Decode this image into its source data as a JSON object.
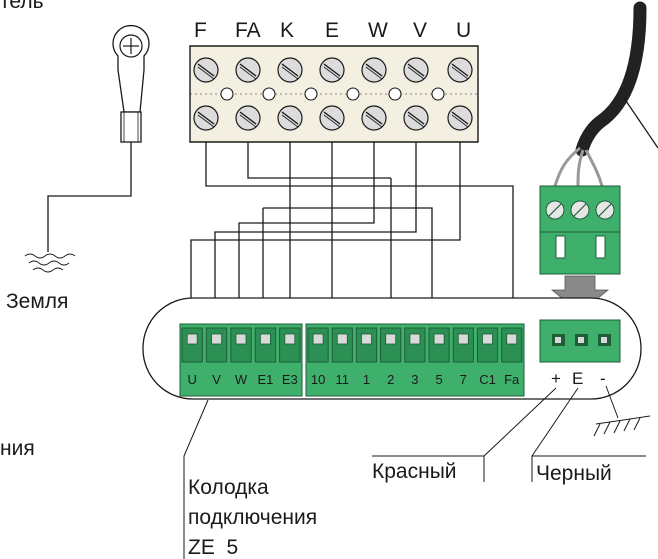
{
  "top_partial_label": "тель",
  "left_partial_label": "ния",
  "ground_label": "Земля",
  "terminal_block_labels": [
    "F",
    "FA",
    "K",
    "E",
    "W",
    "V",
    "U"
  ],
  "connector_a_labels": [
    "U",
    "V",
    "W",
    "E1",
    "E3"
  ],
  "connector_b_labels": [
    "10",
    "11",
    "1",
    "2",
    "3",
    "5",
    "7",
    "C1",
    "Fa"
  ],
  "connector_c_labels": [
    "+",
    "E",
    "-"
  ],
  "wire_red_label": "Красный",
  "wire_black_label": "Черный",
  "board_label": [
    "Колодка",
    "подключения",
    "ZE  5"
  ],
  "colors": {
    "connector_green": "#3fb06c",
    "block_fill": "#f4f0e1",
    "cable": "#222222"
  }
}
